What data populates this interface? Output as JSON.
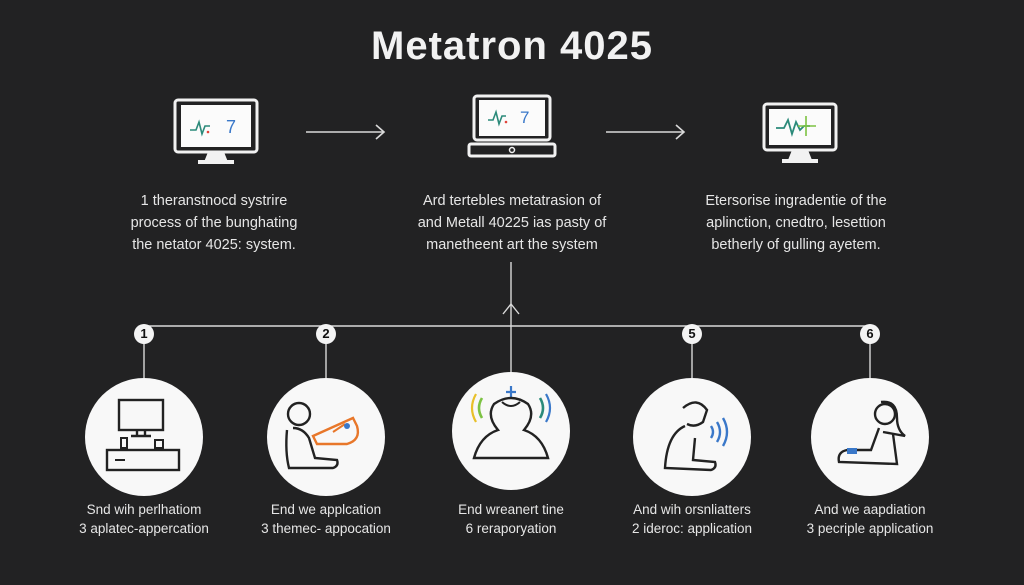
{
  "title": "Metatron 4025",
  "top_row": [
    {
      "icon": "monitor-icon",
      "screen_text": "7",
      "caption": [
        "1 theranstnocd systrire",
        "process of the bunghating",
        "the netator 4025: system."
      ]
    },
    {
      "icon": "laptop-icon",
      "screen_text": "7",
      "caption": [
        "Ard tertebles metatrasion of",
        "and Metall 40225 ias pasty of",
        "manetheent art the system"
      ]
    },
    {
      "icon": "monitor-waveform-icon",
      "screen_text": "",
      "caption": [
        "Etersorise ingradentie of the",
        "aplinction, cnedtro, lesettion",
        "betherly of gulling ayetem."
      ]
    }
  ],
  "steps": [
    {
      "number": "1",
      "icon": "desktop-workstation-icon",
      "label": [
        "Snd wih perlhatiom",
        "3 aplatec-appercation"
      ]
    },
    {
      "number": "2",
      "icon": "person-signal-icon",
      "label": [
        "End we applcation",
        "3 themec- appocation"
      ]
    },
    {
      "number": "",
      "icon": "head-sensor-icon",
      "label": [
        "End wreanert tine",
        "6 reraporyation"
      ]
    },
    {
      "number": "5",
      "icon": "person-sound-icon",
      "label": [
        "And wih orsnliatters",
        "2 ideroc: application"
      ]
    },
    {
      "number": "6",
      "icon": "person-seated-icon",
      "label": [
        "And we aapdiation",
        "3 pecriple application"
      ]
    }
  ],
  "colors": {
    "background": "#222223",
    "line": "#d9d9d9",
    "accent_blue": "#3a78c9",
    "accent_orange": "#e8772a",
    "accent_green": "#7cc242",
    "accent_red": "#e0443a"
  }
}
